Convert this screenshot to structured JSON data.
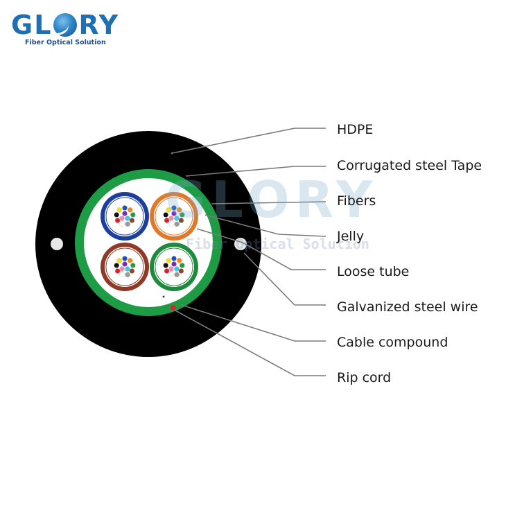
{
  "logo": {
    "brand_prefix": "GL",
    "brand_suffix": "RY",
    "tagline": "Fiber Optical Solution",
    "brand_color": "#1f6fb4"
  },
  "watermark": {
    "word": "GLORY",
    "tagline": "Fiber Optical Solution"
  },
  "diagram": {
    "title": "Cable cross-section",
    "colors": {
      "sheath": "#000000",
      "tape": "#1e9b45",
      "core": "#ffffff",
      "leader": "#7a7a7a",
      "rip_cord": "#d9252e"
    },
    "loose_tubes": [
      {
        "position": "top-left",
        "color": "#1c3f9e"
      },
      {
        "position": "top-right",
        "color": "#e07a2a"
      },
      {
        "position": "bottom-left",
        "color": "#8f3a26"
      },
      {
        "position": "bottom-right",
        "color": "#1e8a3c"
      }
    ],
    "fiber_colors": [
      "#1d4fbf",
      "#f08a1c",
      "#2a9a3a",
      "#8a4a2a",
      "#999999",
      "#ffffff",
      "#e02020",
      "#111111",
      "#f2e020",
      "#7a2ab0",
      "#f08ab8",
      "#40c8e0"
    ],
    "labels": [
      {
        "id": "hdpe",
        "text": "HDPE"
      },
      {
        "id": "corrugated-steel-tape",
        "text": "Corrugated steel Tape"
      },
      {
        "id": "fibers",
        "text": "Fibers"
      },
      {
        "id": "jelly",
        "text": "Jelly"
      },
      {
        "id": "loose-tube",
        "text": "Loose tube"
      },
      {
        "id": "galvanized-steel-wire",
        "text": "Galvanized steel wire"
      },
      {
        "id": "cable-compound",
        "text": "Cable compound"
      },
      {
        "id": "rip-cord",
        "text": "Rip cord"
      }
    ]
  }
}
